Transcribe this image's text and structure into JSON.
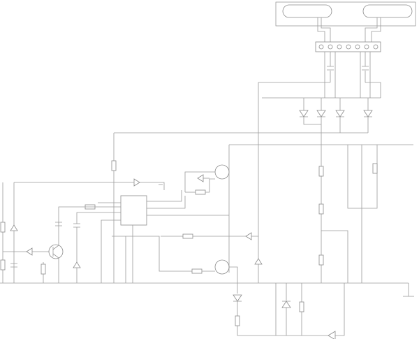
{
  "diagram": {
    "kind": "electrical-schematic",
    "labels_printed": false,
    "line_color": "#9a9a9a",
    "background": "#ffffff",
    "components": {
      "lamp_tubes": 2,
      "terminal_block_pins": 7,
      "integrated_circuits": 1,
      "transistors": 1,
      "circular_elements": 2,
      "resistors": 12,
      "capacitors": 6,
      "diodes_and_triangle_symbols": 12,
      "ground_symbols": 1
    }
  }
}
